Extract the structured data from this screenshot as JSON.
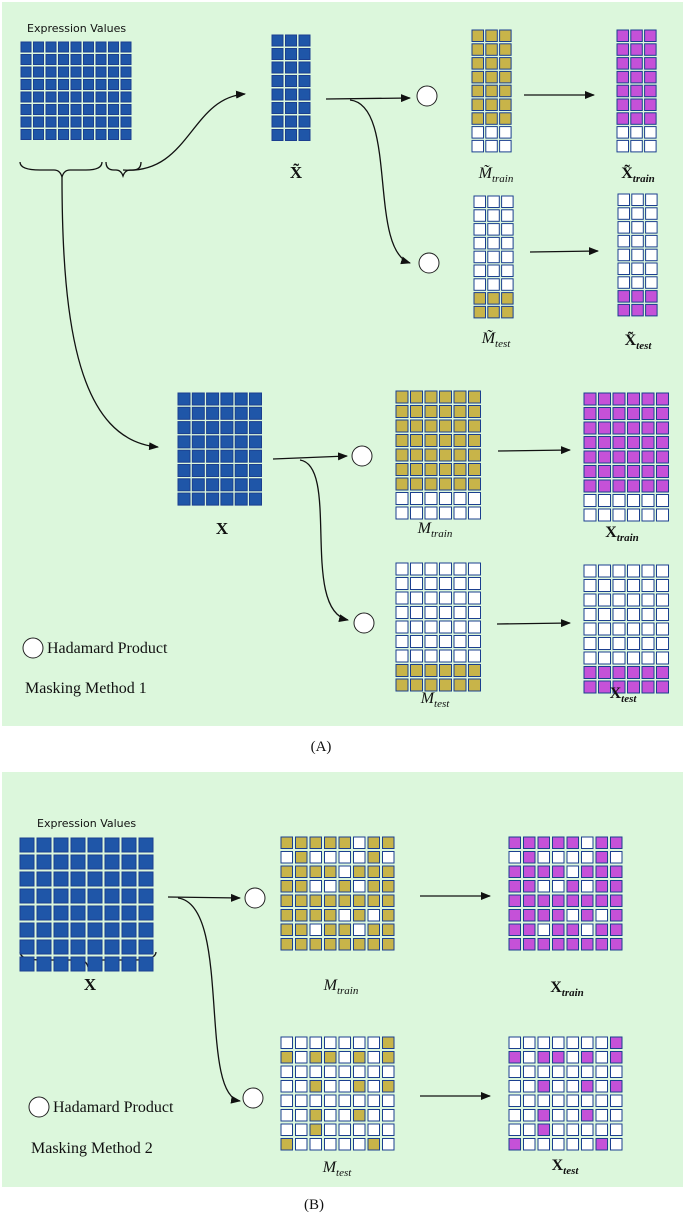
{
  "colors": {
    "panel_bg": "#dcf7dc",
    "blue": "#1f56a8",
    "cell_border": "#1b3f8f",
    "gold": "#c8b449",
    "magenta": "#c551d8",
    "white_cell": "#ffffff",
    "arrow": "#111111"
  },
  "panel_a": {
    "expr_label": "Expression Values",
    "xt_label": "X̃",
    "x_label": "X",
    "m_train_t": [
      "M̃",
      "train"
    ],
    "x_train_t": [
      "X̃",
      "train"
    ],
    "m_test_t": [
      "M̃",
      "test"
    ],
    "x_test_t": [
      "X̃",
      "test"
    ],
    "m_train": [
      "M",
      "train"
    ],
    "x_train": [
      "X",
      "train"
    ],
    "m_test": [
      "M",
      "test"
    ],
    "x_test": [
      "X",
      "test"
    ],
    "legend": "Hadamard Product",
    "method": "Masking Method 1",
    "caption": "(A)"
  },
  "panel_b": {
    "expr_label": "Expression Values",
    "x_label": "X",
    "m_train": [
      "M",
      "train"
    ],
    "x_train": [
      "X",
      "train"
    ],
    "m_test": [
      "M",
      "test"
    ],
    "x_test": [
      "X",
      "test"
    ],
    "legend": "Hadamard Product",
    "method": "Masking Method 2",
    "caption": "(B)",
    "train_pattern": [
      "11111011",
      "01000010",
      "11110111",
      "11001011",
      "11111111",
      "11110101",
      "11011011",
      "11111111"
    ],
    "test_pattern": [
      "00000001",
      "10110101",
      "00000000",
      "00100101",
      "00000000",
      "00100100",
      "00100000",
      "10000010"
    ]
  }
}
